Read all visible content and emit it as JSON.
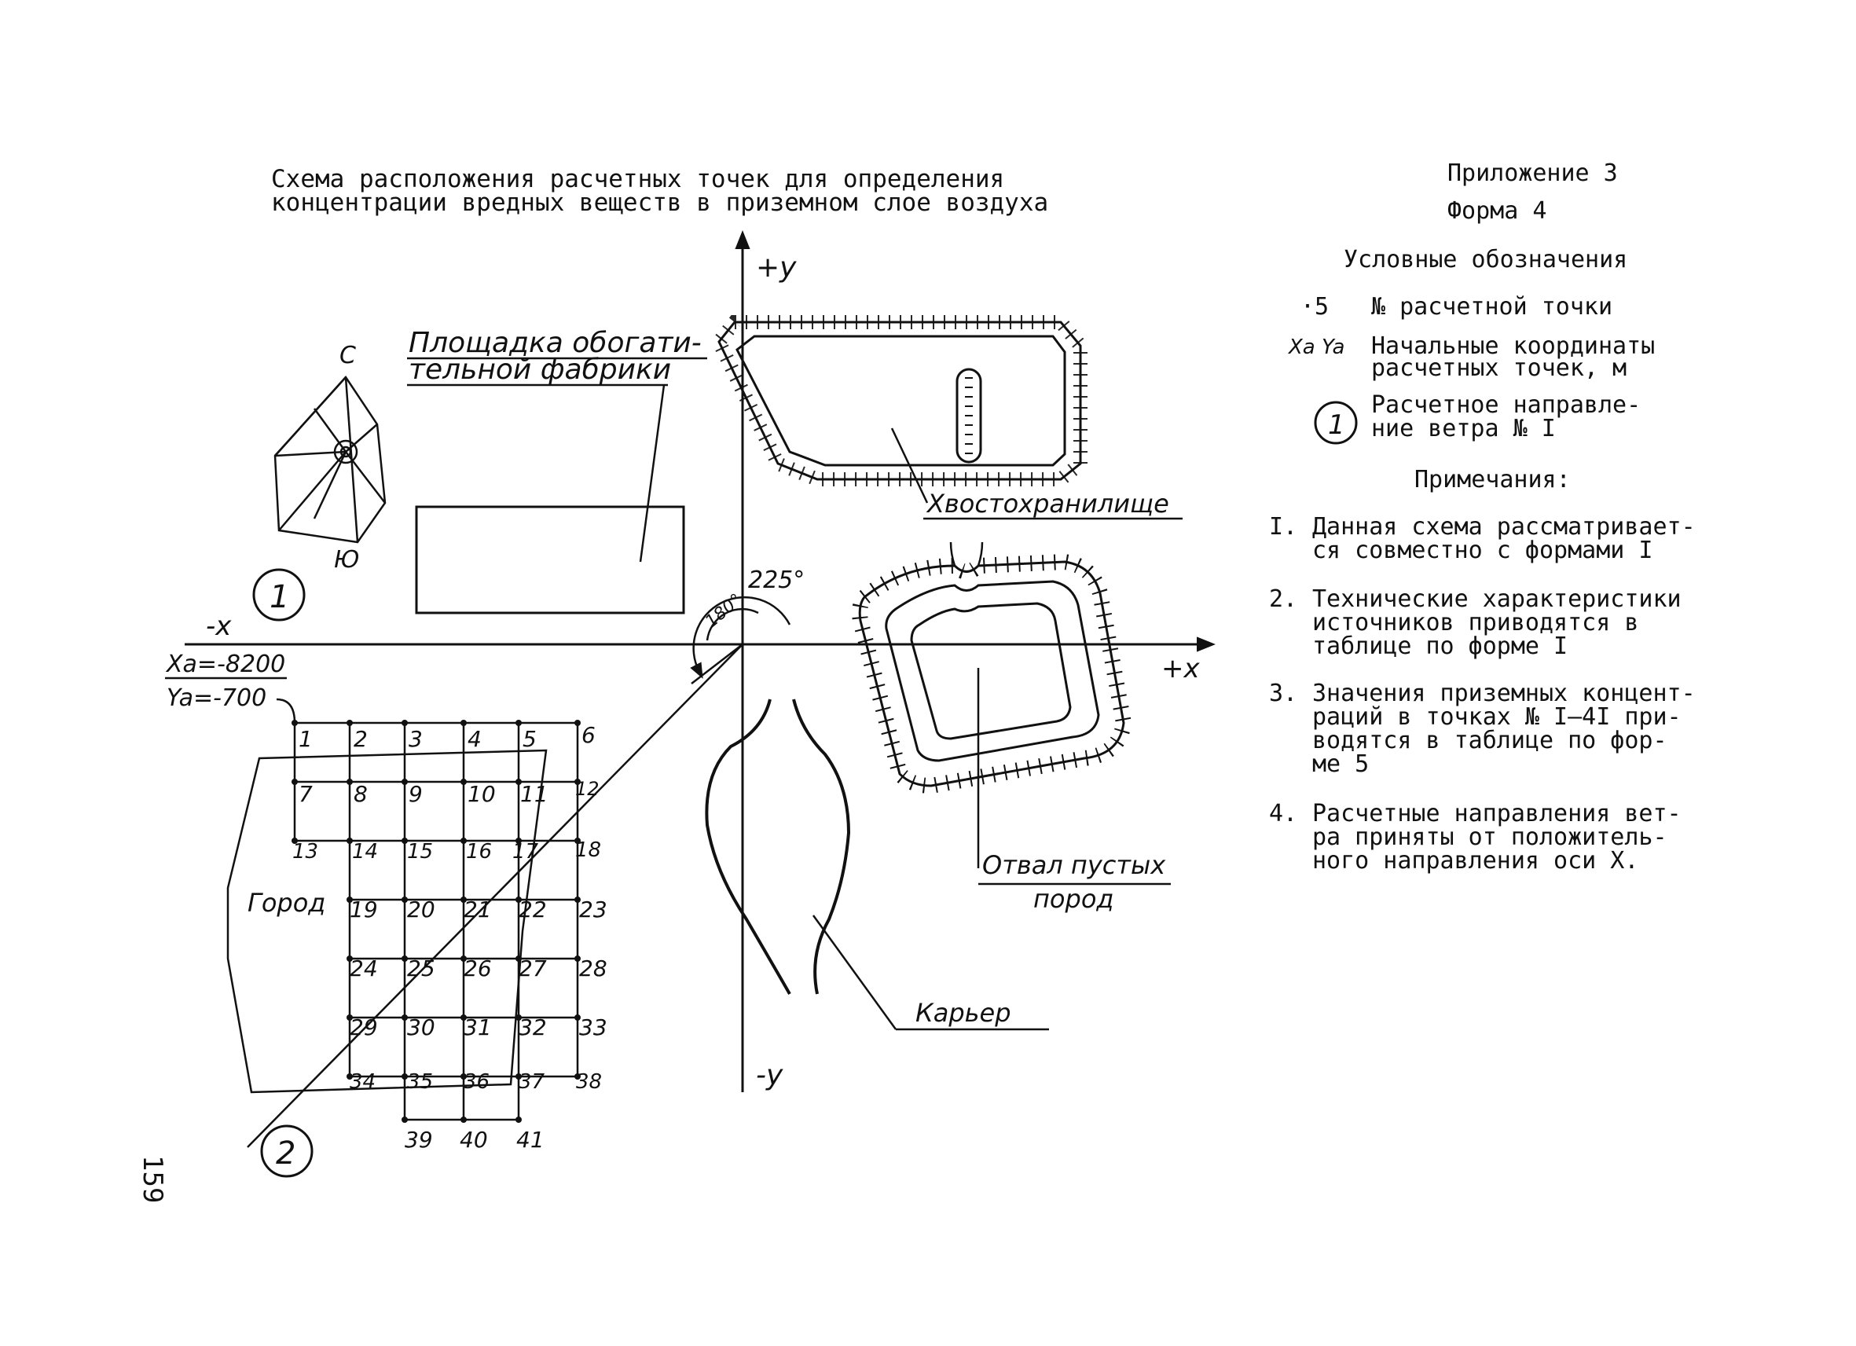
{
  "title": {
    "line1": "Схема расположения расчетных точек для определения",
    "line2": "концентрации вредных веществ в приземном слое воздуха"
  },
  "appendix": {
    "label": "Приложение 3",
    "form": "Форма 4"
  },
  "legend": {
    "heading": "Условные обозначения",
    "items": [
      {
        "symbol": "·5",
        "text": [
          "№ расчетной точки"
        ]
      },
      {
        "symbol": "Xa Ya",
        "text": [
          "Начальные координаты",
          "расчетных точек, м"
        ]
      },
      {
        "symbol": "1",
        "text": [
          "Расчетное направле-",
          "ние ветра № I"
        ]
      }
    ]
  },
  "notes": {
    "heading": "Примечания:",
    "items": [
      {
        "num": "I.",
        "lines": [
          "Данная схема рассматривает-",
          "ся совместно с формами I"
        ]
      },
      {
        "num": "2.",
        "lines": [
          "Технические характеристики",
          "источников приводятся в",
          "таблице по форме I"
        ]
      },
      {
        "num": "3.",
        "lines": [
          "Значения приземных концент-",
          "раций в точках № I–4I при-",
          "водятся в таблице по фор-",
          "ме 5"
        ]
      },
      {
        "num": "4.",
        "lines": [
          "Расчетные направления вет-",
          "ра приняты от положитель-",
          "ного направления оси X."
        ]
      }
    ]
  },
  "axes": {
    "plus_y": "+y",
    "minus_y": "-y",
    "plus_x": "+x",
    "minus_x": "-x"
  },
  "compass": {
    "north": "С",
    "south": "Ю"
  },
  "labels": {
    "plant": [
      "Площадка обогати-",
      "тельной фабрики"
    ],
    "tailings": "Хвостохранилище",
    "dump": [
      "Отвал пустых",
      "пород"
    ],
    "quarry": "Карьер",
    "city": "Город",
    "xa": "Xa=-8200",
    "ya": "Ya=-700",
    "angle_225": "225°",
    "angle_180": "180°"
  },
  "wind_directions": [
    "1",
    "2"
  ],
  "grid_points": {
    "row1": [
      "1",
      "2",
      "3",
      "4",
      "5",
      "6"
    ],
    "row2": [
      "7",
      "8",
      "9",
      "10",
      "11",
      "12"
    ],
    "row3": [
      "13",
      "14",
      "15",
      "16",
      "17",
      "18"
    ],
    "row4": [
      "19",
      "20",
      "21",
      "22",
      "23"
    ],
    "row5": [
      "24",
      "25",
      "26",
      "27",
      "28"
    ],
    "row6": [
      "29",
      "30",
      "31",
      "32",
      "33"
    ],
    "row7": [
      "34",
      "35",
      "36",
      "37",
      "38"
    ],
    "row8": [
      "39",
      "40",
      "41"
    ]
  },
  "page_number": "159"
}
